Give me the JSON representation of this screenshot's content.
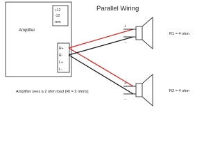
{
  "title": "Parallel Wiring",
  "amplifier": {
    "label": "Amplifier",
    "power_terminals": [
      "+12",
      "-12",
      "rem"
    ],
    "speaker_terminals": [
      "R+",
      "R-",
      "L+",
      "L-"
    ]
  },
  "speakers": [
    {
      "label": "R1 = 4 ohm",
      "plus": "+",
      "minus": "−"
    },
    {
      "label": "R2 = 4 ohm",
      "plus": "+",
      "minus": "−"
    }
  ],
  "caption": "Amplifier sees a 2 ohm load (Rt = 2 ohms)",
  "colors": {
    "positive_wire": "#d62a24",
    "negative_wire": "#1c1c1c"
  }
}
